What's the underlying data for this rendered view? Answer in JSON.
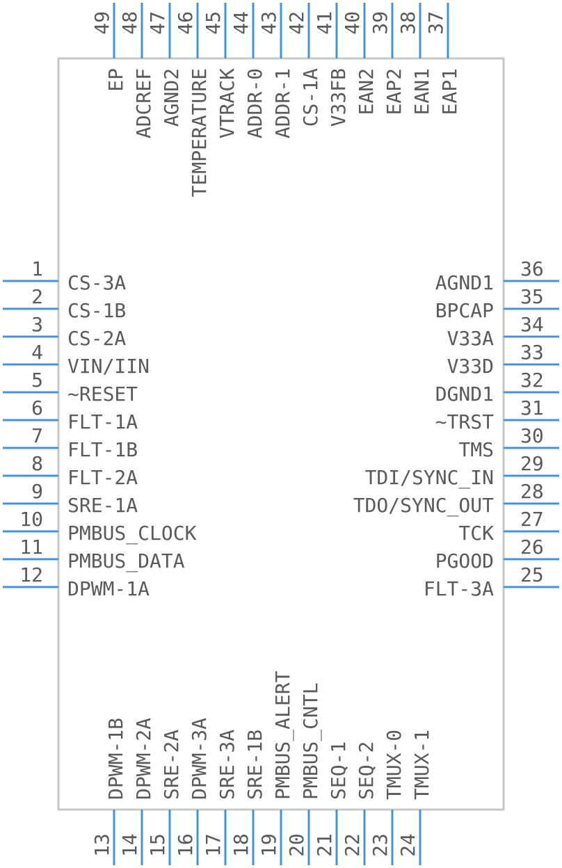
{
  "package": {
    "left_pins": [
      {
        "num": "1",
        "name": "CS-3A"
      },
      {
        "num": "2",
        "name": "CS-1B"
      },
      {
        "num": "3",
        "name": "CS-2A"
      },
      {
        "num": "4",
        "name": "VIN/IIN"
      },
      {
        "num": "5",
        "name": "~RESET"
      },
      {
        "num": "6",
        "name": "FLT-1A"
      },
      {
        "num": "7",
        "name": "FLT-1B"
      },
      {
        "num": "8",
        "name": "FLT-2A"
      },
      {
        "num": "9",
        "name": "SRE-1A"
      },
      {
        "num": "10",
        "name": "PMBUS_CLOCK"
      },
      {
        "num": "11",
        "name": "PMBUS_DATA"
      },
      {
        "num": "12",
        "name": "DPWM-1A"
      }
    ],
    "bottom_pins": [
      {
        "num": "13",
        "name": "DPWM-1B"
      },
      {
        "num": "14",
        "name": "DPWM-2A"
      },
      {
        "num": "15",
        "name": "SRE-2A"
      },
      {
        "num": "16",
        "name": "DPWM-3A"
      },
      {
        "num": "17",
        "name": "SRE-3A"
      },
      {
        "num": "18",
        "name": "SRE-1B"
      },
      {
        "num": "19",
        "name": "PMBUS_ALERT"
      },
      {
        "num": "20",
        "name": "PMBUS_CNTL"
      },
      {
        "num": "21",
        "name": "SEQ-1"
      },
      {
        "num": "22",
        "name": "SEQ-2"
      },
      {
        "num": "23",
        "name": "TMUX-0"
      },
      {
        "num": "24",
        "name": "TMUX-1"
      }
    ],
    "right_pins": [
      {
        "num": "25",
        "name": "FLT-3A"
      },
      {
        "num": "26",
        "name": "PGOOD"
      },
      {
        "num": "27",
        "name": "TCK"
      },
      {
        "num": "28",
        "name": "TDO/SYNC_OUT"
      },
      {
        "num": "29",
        "name": "TDI/SYNC_IN"
      },
      {
        "num": "30",
        "name": "TMS"
      },
      {
        "num": "31",
        "name": "~TRST"
      },
      {
        "num": "32",
        "name": "DGND1"
      },
      {
        "num": "33",
        "name": "V33D"
      },
      {
        "num": "34",
        "name": "V33A"
      },
      {
        "num": "35",
        "name": "BPCAP"
      },
      {
        "num": "36",
        "name": "AGND1"
      }
    ],
    "top_pins": [
      {
        "num": "37",
        "name": "EAP1"
      },
      {
        "num": "38",
        "name": "EAN1"
      },
      {
        "num": "39",
        "name": "EAP2"
      },
      {
        "num": "40",
        "name": "EAN2"
      },
      {
        "num": "41",
        "name": "V33FB"
      },
      {
        "num": "42",
        "name": "CS-1A"
      },
      {
        "num": "43",
        "name": "ADDR-1"
      },
      {
        "num": "44",
        "name": "ADDR-0"
      },
      {
        "num": "45",
        "name": "VTRACK"
      },
      {
        "num": "46",
        "name": "TEMPERATURE"
      },
      {
        "num": "47",
        "name": "AGND2"
      },
      {
        "num": "48",
        "name": "ADCREF"
      },
      {
        "num": "49",
        "name": "EP"
      }
    ]
  },
  "colors": {
    "pin": "#4a90e2",
    "text": "#5a5a5a",
    "body_outline": "#c8c8c8"
  }
}
